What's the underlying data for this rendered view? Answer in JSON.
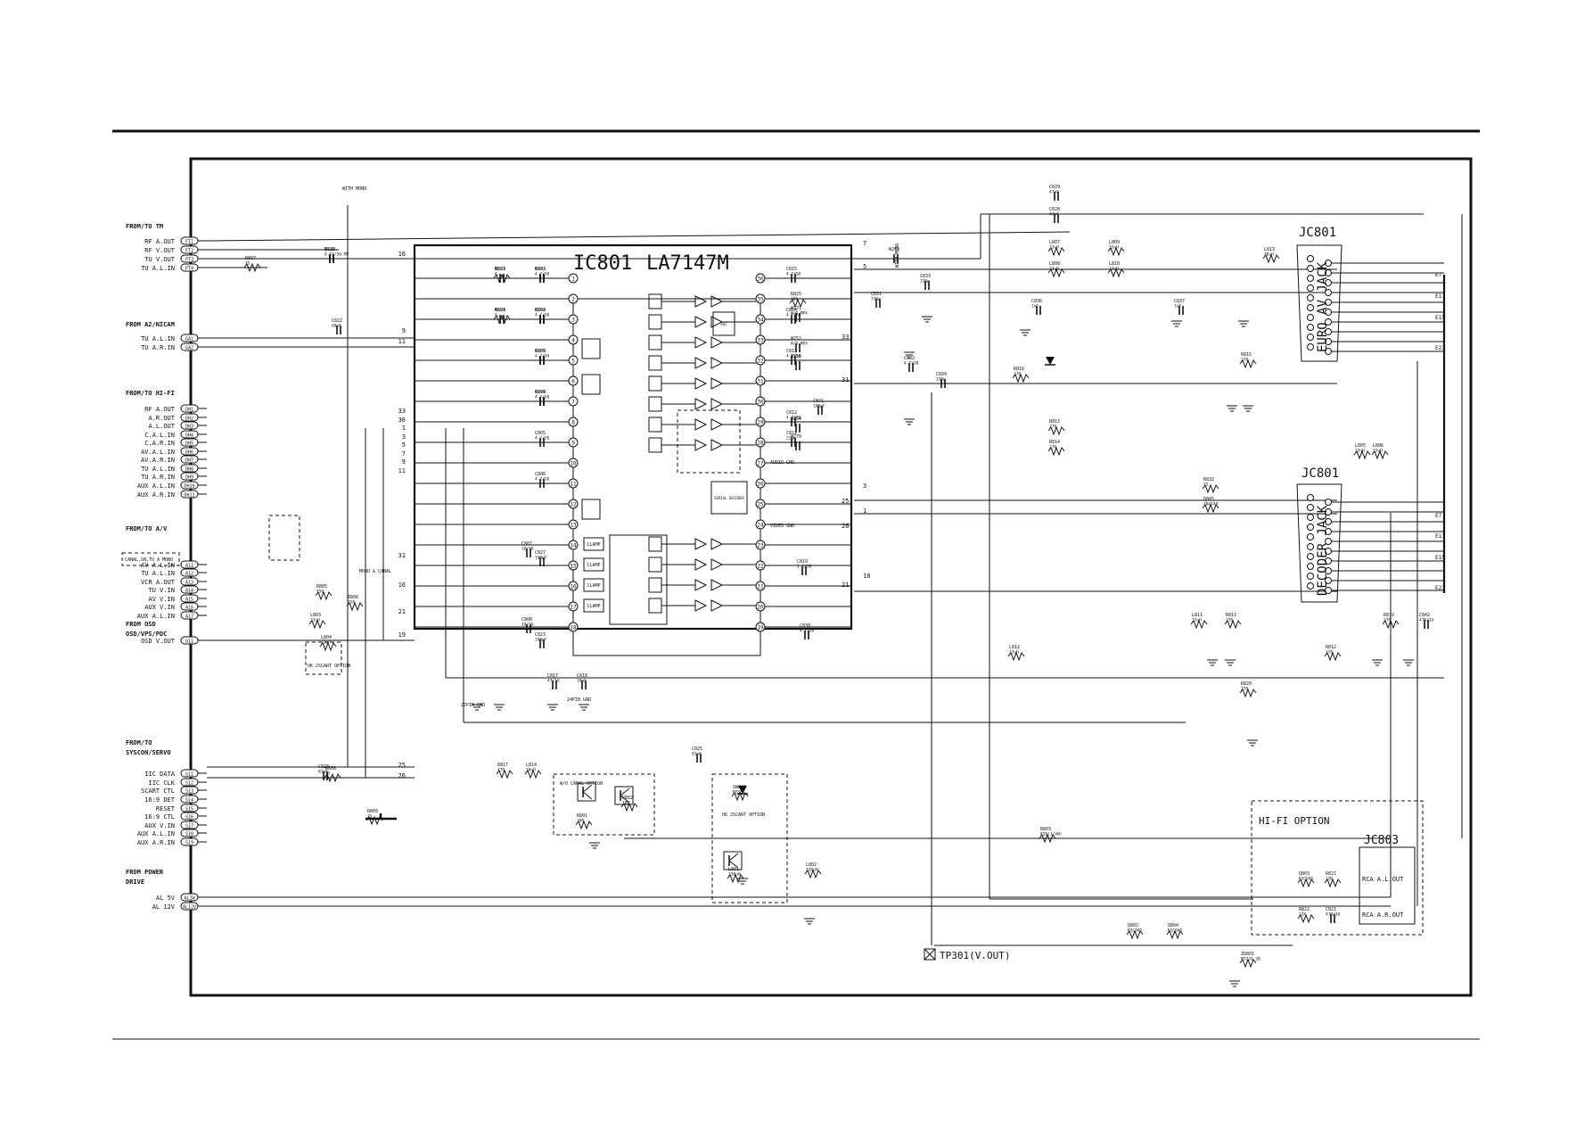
{
  "chip": {
    "ref": "IC801",
    "part": "LA7147M"
  },
  "connectors": {
    "av_jack": {
      "ref": "JC801",
      "title": "EURO AV JACK"
    },
    "decoder_jack": {
      "ref": "JC801",
      "title": "DECODER JACK"
    },
    "hifi": {
      "ref": "JC803",
      "option": "HI-FI OPTION",
      "out_l": "RCA A.L.OUT",
      "out_r": "RCA A.R.OUT"
    }
  },
  "test_point": "TP301(V.OUT)",
  "left_groups": [
    {
      "title": "FROM/TO TM",
      "pins": [
        {
          "label": "RF A.OUT",
          "id": "FT1"
        },
        {
          "label": "RF V.OUT",
          "id": "FT2"
        },
        {
          "label": "TU V.OUT",
          "id": "FT3"
        },
        {
          "label": "TU A.L.IN",
          "id": "FT4"
        }
      ]
    },
    {
      "title": "FROM A2/NICAM",
      "pins": [
        {
          "label": "TU A.L.IN",
          "id": "GA1"
        },
        {
          "label": "TU A.R.IN",
          "id": "GA2"
        }
      ]
    },
    {
      "title": "FROM/TO HI-FI",
      "pins": [
        {
          "label": "RF A.OUT",
          "id": "DH1"
        },
        {
          "label": "A.R.OUT",
          "id": "DH2"
        },
        {
          "label": "A.L.OUT",
          "id": "DH3"
        },
        {
          "label": "C.A.L.IN",
          "id": "DH4"
        },
        {
          "label": "C.A.R.IN",
          "id": "DH5"
        },
        {
          "label": "AV.A.L.IN",
          "id": "DH6"
        },
        {
          "label": "AV.A.R.IN",
          "id": "DH7"
        },
        {
          "label": "TU A.L.IN",
          "id": "DH8"
        },
        {
          "label": "TU A.R.IN",
          "id": "DH9"
        },
        {
          "label": "AUX A.L.IN",
          "id": "DH10"
        },
        {
          "label": "AUX A.R.IN",
          "id": "DH11"
        }
      ]
    },
    {
      "title": "FROM/TO A/V",
      "pins": [
        {
          "label": "AV A.L.IN",
          "id": "A11"
        },
        {
          "label": "TU A.L.IN",
          "id": "A12"
        },
        {
          "label": "VCR A.OUT",
          "id": "A13"
        },
        {
          "label": "TU V.IN",
          "id": "A14"
        },
        {
          "label": "AV V.IN",
          "id": "A15"
        },
        {
          "label": "AUX V.IN",
          "id": "A16"
        },
        {
          "label": "AUX A.L.IN",
          "id": "A17"
        }
      ]
    },
    {
      "title": "FROM OSD OSD/VPS/PDC",
      "pins": [
        {
          "label": "OSD V.OUT",
          "id": "O11"
        }
      ]
    },
    {
      "title": "FROM/TO SYSCON/SERVO",
      "pins": [
        {
          "label": "IIC DATA",
          "id": "S11"
        },
        {
          "label": "IIC CLK",
          "id": "S12"
        },
        {
          "label": "SCART CTL",
          "id": "S13"
        },
        {
          "label": "16:9 DET",
          "id": "S14"
        },
        {
          "label": "RESET",
          "id": "S15"
        },
        {
          "label": "16:9 CTL",
          "id": "S16"
        },
        {
          "label": "AUX V.IN",
          "id": "S17"
        },
        {
          "label": "AUX A.L.IN",
          "id": "S18"
        },
        {
          "label": "AUX A.R.IN",
          "id": "S19"
        }
      ]
    },
    {
      "title": "FROM POWER DRIVE",
      "pins": [
        {
          "label": "AL 5V",
          "id": "AL1W"
        },
        {
          "label": "AL 12V",
          "id": "AL12V"
        }
      ]
    }
  ],
  "notes": {
    "with_mono": "WITH MONO",
    "uk_2scart": "UK 2SCART OPTION",
    "wo_canal": "W/O CANAL OPTION",
    "canal_option": "CANAL,SN,TU A MONO",
    "mono_canal": "MONO & CANAL",
    "pin27_gnd": "27PIN GND",
    "pin24_gnd": "24PIN GND",
    "audio_gnd": "AUDIO GND",
    "video_gnd": "VIDEO GND"
  },
  "parts": [
    {
      "ref": "C835",
      "value": "0.33/50 MF"
    },
    {
      "ref": "R823",
      "value": "0"
    },
    {
      "ref": "C803",
      "value": "4.7/50"
    },
    {
      "ref": "R824",
      "value": "0"
    },
    {
      "ref": "C802",
      "value": "4.7/50"
    },
    {
      "ref": "C801",
      "value": "4.7/50"
    },
    {
      "ref": "C804",
      "value": "4.7/50"
    },
    {
      "ref": "C805",
      "value": "4.7/50"
    },
    {
      "ref": "C806",
      "value": "4.7/50"
    },
    {
      "ref": "C807",
      "value": "10/16"
    },
    {
      "ref": "C827",
      "value": "100pF"
    },
    {
      "ref": "C808",
      "value": "10/16"
    },
    {
      "ref": "C823",
      "value": "100pF"
    },
    {
      "ref": "C817",
      "value": "47/16"
    },
    {
      "ref": "C818",
      "value": "10nF"
    },
    {
      "ref": "C815",
      "value": "4.7/50"
    },
    {
      "ref": "C814",
      "value": "4.7/50"
    },
    {
      "ref": "C813",
      "value": "4.7/50"
    },
    {
      "ref": "C812",
      "value": "4.7/50"
    },
    {
      "ref": "C811",
      "value": "220p"
    },
    {
      "ref": "C841",
      "value": "100pF"
    },
    {
      "ref": "C819",
      "value": "2.2/50"
    },
    {
      "ref": "C830",
      "value": "4.7/50"
    },
    {
      "ref": "C831",
      "value": "330p"
    },
    {
      "ref": "C832",
      "value": "4.7/50"
    },
    {
      "ref": "C833",
      "value": "330p"
    },
    {
      "ref": "C834",
      "value": "330p"
    },
    {
      "ref": "C836",
      "value": "1nF"
    },
    {
      "ref": "C837",
      "value": "1nF"
    },
    {
      "ref": "C829",
      "value": "47pF"
    },
    {
      "ref": "C828",
      "value": "47pF"
    },
    {
      "ref": "L807",
      "value": "33uH"
    },
    {
      "ref": "L808",
      "value": "33uH"
    },
    {
      "ref": "L809",
      "value": "33uH"
    },
    {
      "ref": "L810",
      "value": "33uH"
    },
    {
      "ref": "L813",
      "value": "70uH"
    },
    {
      "ref": "R815",
      "value": "270"
    },
    {
      "ref": "R816",
      "value": "270"
    },
    {
      "ref": "R813",
      "value": "270"
    },
    {
      "ref": "R814",
      "value": "270"
    },
    {
      "ref": "R832",
      "value": "75"
    },
    {
      "ref": "D805",
      "value": "1N4148"
    },
    {
      "ref": "L805",
      "value": "33uH"
    },
    {
      "ref": "L806",
      "value": "33uH"
    },
    {
      "ref": "L812",
      "value": "33uH"
    },
    {
      "ref": "L811",
      "value": "33uH"
    },
    {
      "ref": "R811",
      "value": "270"
    },
    {
      "ref": "R812",
      "value": "270"
    },
    {
      "ref": "R820",
      "value": "270"
    },
    {
      "ref": "R819",
      "value": "270"
    },
    {
      "ref": "C842",
      "value": "470/16"
    },
    {
      "ref": "C823",
      "value": "82pF"
    },
    {
      "ref": "R808",
      "value": "75"
    },
    {
      "ref": "R809",
      "value": "75"
    },
    {
      "ref": "R817",
      "value": "470"
    },
    {
      "ref": "L814",
      "value": "70uH"
    },
    {
      "ref": "C825",
      "value": "82pF"
    },
    {
      "ref": "R801",
      "value": "100"
    },
    {
      "ref": "R802",
      "value": "100"
    },
    {
      "ref": "SW801",
      "value": "RESET"
    },
    {
      "ref": "L801",
      "value": "330uH"
    },
    {
      "ref": "L802",
      "value": "330uH"
    },
    {
      "ref": "R803",
      "value": "820(1/4W)"
    },
    {
      "ref": "Q802",
      "value": "KSC945"
    },
    {
      "ref": "Q804",
      "value": "KSC945"
    },
    {
      "ref": "ZD801",
      "value": "MTZJ6.2B"
    },
    {
      "ref": "Q803",
      "value": "KSC945"
    },
    {
      "ref": "R822",
      "value": "22K"
    },
    {
      "ref": "R821",
      "value": "22K"
    },
    {
      "ref": "C821",
      "value": "470/10"
    },
    {
      "ref": "R807",
      "value": "75"
    },
    {
      "ref": "C822",
      "value": "68nF"
    },
    {
      "ref": "R805",
      "value": "750"
    },
    {
      "ref": "R806",
      "value": "750"
    },
    {
      "ref": "L803",
      "value": "33uH"
    },
    {
      "ref": "L804",
      "value": "33uH"
    },
    {
      "ref": "R825",
      "value": "100"
    },
    {
      "ref": "W171",
      "value": "W/O MPX"
    },
    {
      "ref": "W252",
      "value": "W/O MPX"
    },
    {
      "ref": "W255",
      "value": ""
    },
    {
      "ref": "W254",
      "value": ""
    },
    {
      "ref": "W270",
      "value": ""
    },
    {
      "ref": "W253",
      "value": ""
    },
    {
      "ref": "W320",
      "value": ""
    },
    {
      "ref": "W201",
      "value": ""
    },
    {
      "ref": "W202",
      "value": ""
    },
    {
      "ref": "W203",
      "value": ""
    },
    {
      "ref": "W204",
      "value": ""
    },
    {
      "ref": "W200",
      "value": ""
    },
    {
      "ref": "W276",
      "value": ""
    }
  ],
  "ic_pins_left": [
    "1",
    "2",
    "3",
    "4",
    "5",
    "6",
    "7",
    "8",
    "9",
    "10",
    "11",
    "12",
    "13",
    "14",
    "15",
    "16",
    "17",
    "18"
  ],
  "ic_pins_right": [
    "36",
    "35",
    "34",
    "33",
    "32",
    "31",
    "30",
    "29",
    "28",
    "27",
    "26",
    "25",
    "24",
    "23",
    "22",
    "21",
    "20",
    "19"
  ],
  "ic_blocks": {
    "clamp": "CLAMP",
    "agc": "AGC",
    "logic": "SERIAL DECODER"
  },
  "net_labels": {
    "left_side": [
      "16",
      "9",
      "11",
      "33",
      "36",
      "1",
      "3",
      "5",
      "7",
      "9",
      "11",
      "31",
      "16",
      "21",
      "19",
      "25",
      "26"
    ],
    "right_side": [
      "7",
      "5",
      "33",
      "31",
      "3",
      "1",
      "25",
      "26",
      "21",
      "18"
    ],
    "jack_side": [
      "E7",
      "E11",
      "E15",
      "E21",
      "E7",
      "E11",
      "E15",
      "E21"
    ]
  }
}
